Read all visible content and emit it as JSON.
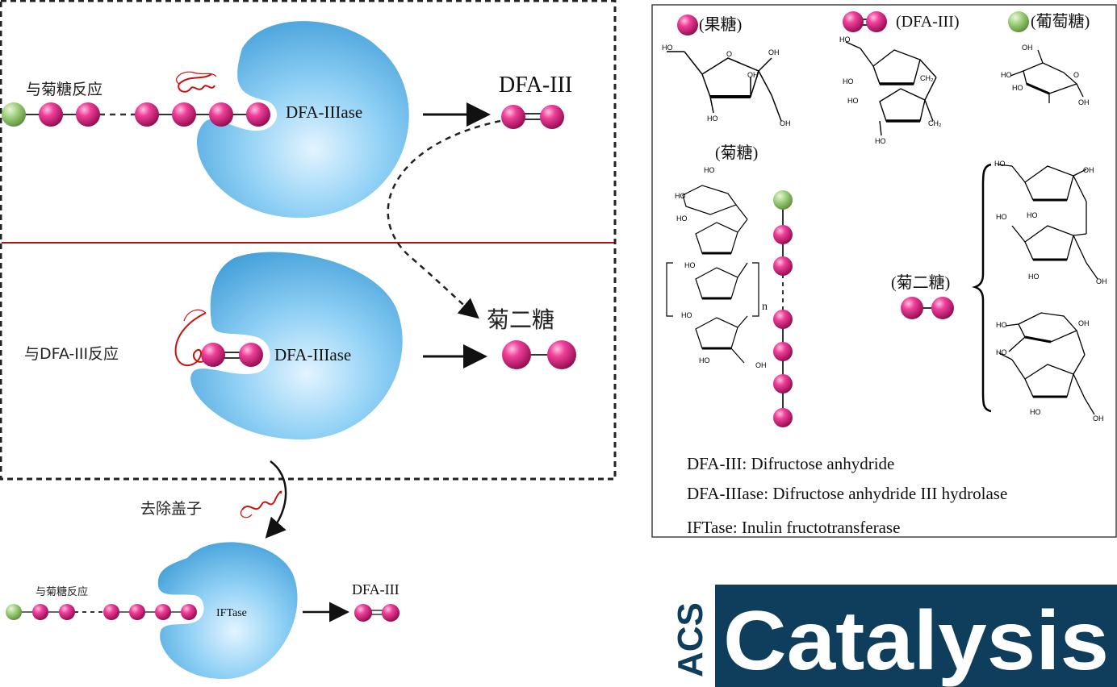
{
  "top_panel": {
    "label_left": "与菊糖反应",
    "enzyme_label": "DFA-IIIase",
    "product_label": "DFA-III"
  },
  "middle_panel": {
    "label_left": "与DFA-III反应",
    "enzyme_label": "DFA-IIIase",
    "product_label": "菊二糖"
  },
  "bottom_panel": {
    "remove_lid_label": "去除盖子",
    "label_left": "与菊糖反应",
    "enzyme_label": "IFTase",
    "product_label": "DFA-III"
  },
  "legend": {
    "fructose": "(果糖)",
    "dfa3": "(DFA-III)",
    "glucose": "(葡萄糖)",
    "inulin": "(菊糖)",
    "inulobiose": "(菊二糖)",
    "repeat_n": "n",
    "definitions": [
      "DFA-III:  Difructose anhydride",
      "DFA-IIIase:  Difructose anhydride III hydrolase",
      "IFTase:  Inulin fructotransferase"
    ]
  },
  "logo": {
    "acs": "ACS",
    "catalysis": "Catalysis"
  },
  "colors": {
    "fructose_pink": "#e0157a",
    "glucose_green": "#9dcf7a",
    "enzyme_blue": "#6fbfe8",
    "lid_red": "#cc1111",
    "divider_red": "#b01010",
    "logo_bg": "#0f3e5c"
  }
}
